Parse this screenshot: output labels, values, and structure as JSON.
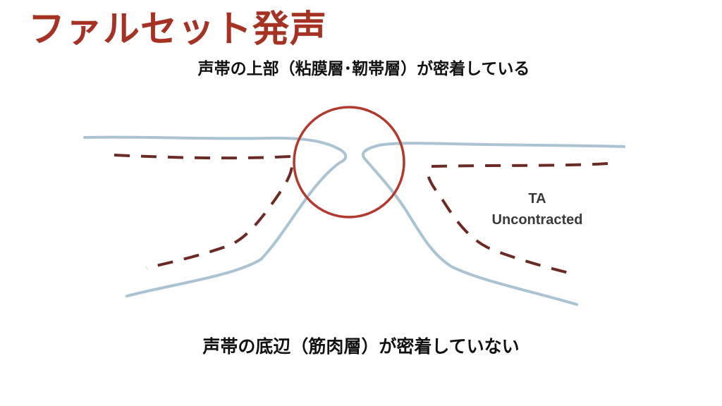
{
  "slide": {
    "title": "ファルセット発声",
    "caption_top": "声帯の上部（粘膜層･靭帯層）が密着している",
    "caption_bottom": "声帯の底辺（筋肉層）が密着していない"
  },
  "diagram": {
    "label_line1": "TA",
    "label_line2": "Uncontracted",
    "colors": {
      "title": "#a63224",
      "tissue_outline": "#a9c3d3",
      "muscle_dashed_line": "#6b2a24",
      "highlight_circle": "#b23a2c",
      "text": "#111111"
    }
  }
}
